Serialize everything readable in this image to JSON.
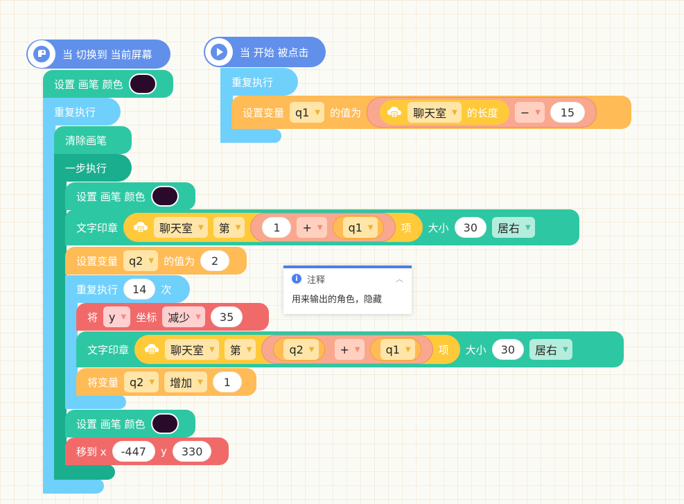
{
  "script1": {
    "hat_label": "当 切换到 当前屏幕",
    "set_pen_color_1": "设置 画笔 颜色",
    "repeat_forever": "重复执行",
    "clear_pen": "清除画笔",
    "step_exec": "一步执行",
    "set_pen_color_2": "设置 画笔 颜色",
    "stamp1": {
      "label": "文字印章",
      "list_dd": "聊天室",
      "index_dd": "第",
      "num_a": "1",
      "op": "+",
      "var_q1": "q1",
      "item": "项",
      "size_label": "大小",
      "size": "30",
      "align_dd": "居右"
    },
    "set_var": {
      "label": "设置变量",
      "var": "q2",
      "mid": "的值为",
      "value": "2"
    },
    "repeat_n": {
      "label": "重复执行",
      "count": "14",
      "suffix": "次"
    },
    "change_coord": {
      "label": "将",
      "axis_dd": "y",
      "coord_label": "坐标",
      "op_dd": "减少",
      "value": "35"
    },
    "stamp2": {
      "label": "文字印章",
      "list_dd": "聊天室",
      "index_dd": "第",
      "var_q2": "q2",
      "op": "+",
      "var_q1": "q1",
      "item": "项",
      "size_label": "大小",
      "size": "30",
      "align_dd": "居右"
    },
    "change_var": {
      "label": "将变量",
      "var": "q2",
      "op_dd": "增加",
      "value": "1"
    },
    "set_pen_color_3": "设置 画笔 颜色",
    "goto": {
      "label_x": "移到 x",
      "x": "-447",
      "label_y": "y",
      "y": "330"
    }
  },
  "script2": {
    "hat_label": "当 开始 被点击",
    "repeat_forever": "重复执行",
    "set_var": {
      "label": "设置变量",
      "var": "q1",
      "mid": "的值为",
      "list_dd": "聊天室",
      "length_label": "的长度",
      "op": "−",
      "value": "15"
    }
  },
  "comment": {
    "title": "注释",
    "text": "用来输出的角色，隐藏"
  },
  "colors": {
    "teal": "#2ec7a3",
    "sky": "#6fd0fb",
    "orange": "#ffbb56",
    "red": "#f16a6a",
    "hat": "#6190ea",
    "pen_color": "#2a0a2a"
  }
}
